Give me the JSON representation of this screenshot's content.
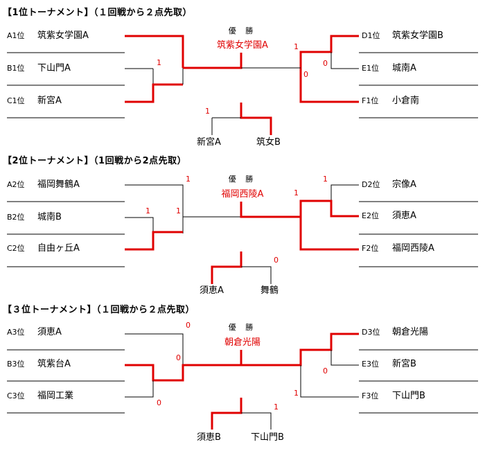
{
  "tournaments": [
    {
      "heading": "【1位トーナメント】（１回戦から２点先取）",
      "champion_label": "優 勝",
      "champion": "筑紫女学園A",
      "left_teams": [
        {
          "seed": "A1位",
          "name": "筑紫女学園A"
        },
        {
          "seed": "B1位",
          "name": "下山門A"
        },
        {
          "seed": "C1位",
          "name": "新宮A"
        }
      ],
      "right_teams": [
        {
          "seed": "D1位",
          "name": "筑紫女学園B"
        },
        {
          "seed": "E1位",
          "name": "城南A"
        },
        {
          "seed": "F1位",
          "name": "小倉南"
        }
      ],
      "third_place": {
        "left": "新宮A",
        "right": "筑女B",
        "left_score": "1",
        "right_score": ""
      },
      "scores": {
        "left_semi": "1",
        "left_final": "",
        "right_final": "1",
        "right_semi_top": "0",
        "right_bottom": "0",
        "left_bottom": ""
      }
    },
    {
      "heading": "【2位トーナメント】（1回戦から2点先取）",
      "champion_label": "優 勝",
      "champion": "福岡西陵A",
      "left_teams": [
        {
          "seed": "A2位",
          "name": "福岡舞鶴A"
        },
        {
          "seed": "B2位",
          "name": "城南B"
        },
        {
          "seed": "C2位",
          "name": "自由ヶ丘A"
        }
      ],
      "right_teams": [
        {
          "seed": "D2位",
          "name": "宗像A"
        },
        {
          "seed": "E2位",
          "name": "須恵A"
        },
        {
          "seed": "F2位",
          "name": "福岡西陵A"
        }
      ],
      "third_place": {
        "left": "須恵A",
        "right": "舞鶴",
        "left_score": "",
        "right_score": "0"
      },
      "scores": {
        "left_top": "1",
        "left_semi": "1",
        "left_final": "1",
        "right_final": "1",
        "right_semi_top": "1",
        "right_bottom": ""
      }
    },
    {
      "heading": "【３位トーナメント】（１回戦から２点先取）",
      "champion_label": "優 勝",
      "champion": "朝倉光陽",
      "left_teams": [
        {
          "seed": "A3位",
          "name": "須恵A"
        },
        {
          "seed": "B3位",
          "name": "筑紫台A"
        },
        {
          "seed": "C3位",
          "name": "福岡工業"
        }
      ],
      "right_teams": [
        {
          "seed": "D3位",
          "name": "朝倉光陽"
        },
        {
          "seed": "E3位",
          "name": "新宮B"
        },
        {
          "seed": "F3位",
          "name": "下山門B"
        }
      ],
      "third_place": {
        "left": "須恵B",
        "right": "下山門B",
        "left_score": "",
        "right_score": "1"
      },
      "scores": {
        "left_top": "0",
        "left_final": "0",
        "left_bottom": "0",
        "right_semi_top": "0",
        "right_bottom": "1"
      }
    }
  ]
}
